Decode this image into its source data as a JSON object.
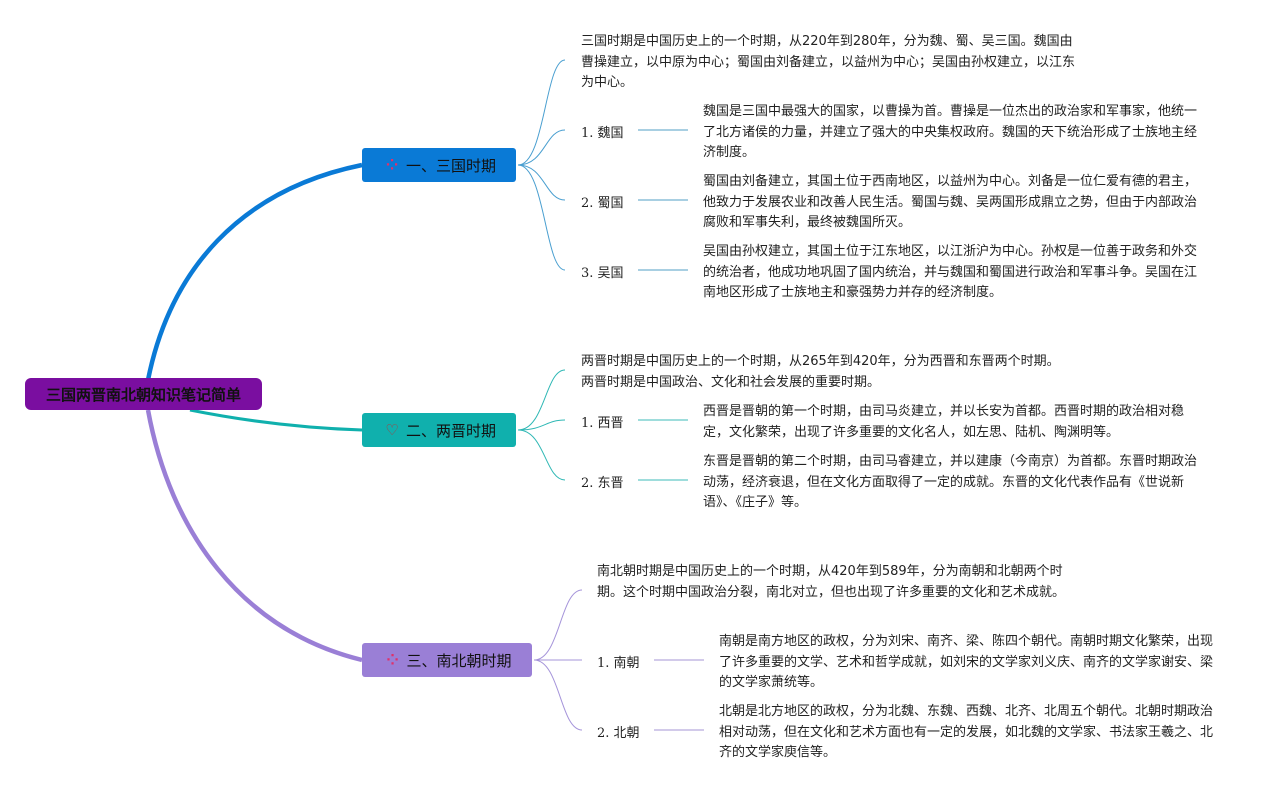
{
  "root": {
    "title": "三国两晋南北朝知识笔记简单",
    "color": "#7a0ea0"
  },
  "branches": [
    {
      "title": "一、三国时期",
      "icon": "sparkle-icon",
      "color": "#0a7ad6",
      "summary": "三国时期是中国历史上的一个时期，从220年到280年，分为魏、蜀、吴三国。魏国由曹操建立，以中原为中心；蜀国由刘备建立，以益州为中心；吴国由孙权建立，以江东为中心。",
      "items": [
        {
          "label": "1. 魏国",
          "text": "魏国是三国中最强大的国家，以曹操为首。曹操是一位杰出的政治家和军事家，他统一了北方诸侯的力量，并建立了强大的中央集权政府。魏国的天下统治形成了士族地主经济制度。"
        },
        {
          "label": "2. 蜀国",
          "text": "蜀国由刘备建立，其国土位于西南地区，以益州为中心。刘备是一位仁爱有德的君主，他致力于发展农业和改善人民生活。蜀国与魏、吴两国形成鼎立之势，但由于内部政治腐败和军事失利，最终被魏国所灭。"
        },
        {
          "label": "3. 吴国",
          "text": "吴国由孙权建立，其国土位于江东地区，以江浙沪为中心。孙权是一位善于政务和外交的统治者，他成功地巩固了国内统治，并与魏国和蜀国进行政治和军事斗争。吴国在江南地区形成了士族地主和豪强势力并存的经济制度。"
        }
      ]
    },
    {
      "title": "二、两晋时期",
      "icon": "heart-icon",
      "color": "#10b0ad",
      "summary": "两晋时期是中国历史上的一个时期，从265年到420年，分为西晋和东晋两个时期。两晋时期是中国政治、文化和社会发展的重要时期。",
      "items": [
        {
          "label": "1. 西晋",
          "text": "西晋是晋朝的第一个时期，由司马炎建立，并以长安为首都。西晋时期的政治相对稳定，文化繁荣，出现了许多重要的文化名人，如左思、陆机、陶渊明等。"
        },
        {
          "label": "2. 东晋",
          "text": "东晋是晋朝的第二个时期，由司马睿建立，并以建康（今南京）为首都。东晋时期政治动荡，经济衰退，但在文化方面取得了一定的成就。东晋的文化代表作品有《世说新语》、《庄子》等。"
        }
      ]
    },
    {
      "title": "三、南北朝时期",
      "icon": "sparkle-icon",
      "color": "#9a7fd6",
      "summary": "南北朝时期是中国历史上的一个时期，从420年到589年，分为南朝和北朝两个时期。这个时期中国政治分裂，南北对立，但也出现了许多重要的文化和艺术成就。",
      "items": [
        {
          "label": "1. 南朝",
          "text": "南朝是南方地区的政权，分为刘宋、南齐、梁、陈四个朝代。南朝时期文化繁荣，出现了许多重要的文学、艺术和哲学成就，如刘宋的文学家刘义庆、南齐的文学家谢安、梁的文学家萧统等。"
        },
        {
          "label": "2. 北朝",
          "text": "北朝是北方地区的政权，分为北魏、东魏、西魏、北齐、北周五个朝代。北朝时期政治相对动荡，但在文化和艺术方面也有一定的发展，如北魏的文学家、书法家王羲之、北齐的文学家庾信等。"
        }
      ]
    }
  ]
}
